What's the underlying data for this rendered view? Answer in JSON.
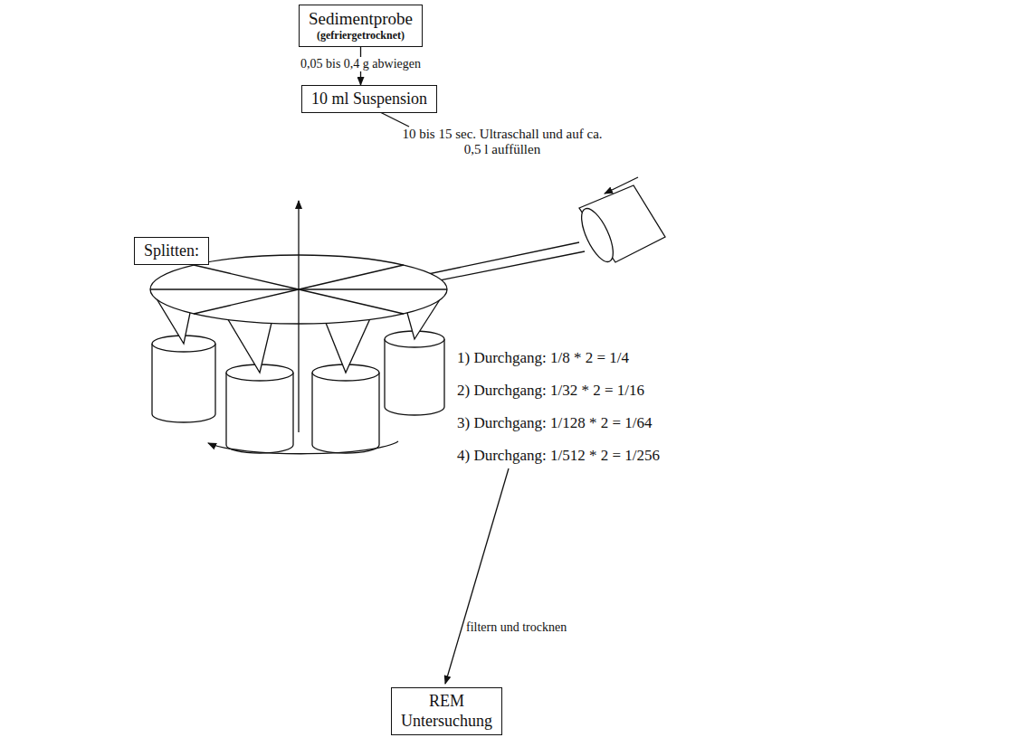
{
  "diagram": {
    "nodes": [
      {
        "text": [
          "Sedimentprobe",
          "(gefriergetrocknet)"
        ]
      },
      {
        "text": [
          "10 ml Suspension"
        ]
      },
      {
        "text": [
          "Splitten:"
        ]
      },
      {
        "text": [
          "REM Untersuchung"
        ]
      }
    ],
    "edges": [
      {
        "from": 0,
        "to": 1,
        "arrow": "to",
        "label": "0,05 bis 0,4 g abwiegen"
      }
    ],
    "labels": [
      "10 bis 15 sec. Ultraschall und auf ca. 0,5 l auffüllen",
      "1) Durchgang: 1/8 * 2 = 1/4",
      "2) Durchgang: 1/32 * 2 = 1/16",
      "3) Durchgang: 1/128 * 2 = 1/64",
      "4) Durchgang: 1/512 * 2 = 1/256",
      "filtern und trocknen"
    ]
  }
}
